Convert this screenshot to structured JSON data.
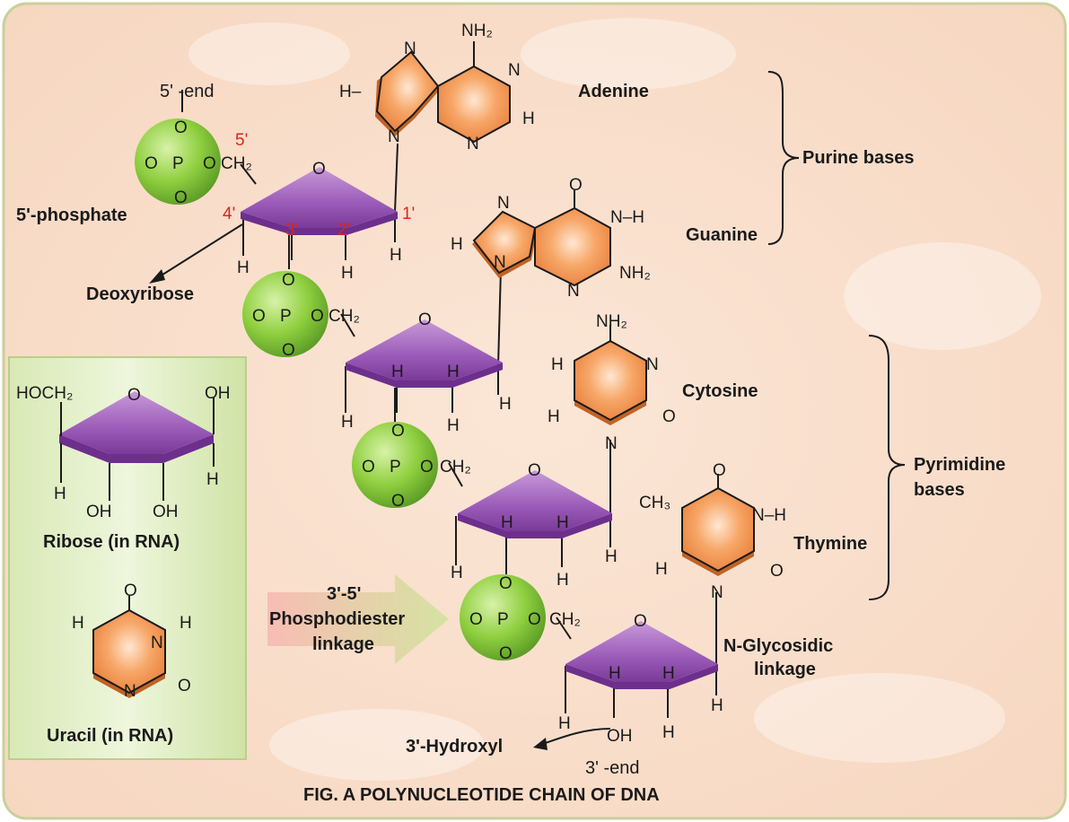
{
  "caption": "FIG. A POLYNUCLEOTIDE CHAIN OF DNA",
  "labels": {
    "five_prime_end": "5' -end",
    "three_prime_end": "3' -end",
    "five_prime_phosphate": "5'-phosphate",
    "deoxyribose": "Deoxyribose",
    "adenine": "Adenine",
    "guanine": "Guanine",
    "cytosine": "Cytosine",
    "thymine": "Thymine",
    "purine_bases": "Purine bases",
    "pyrimidine_line1": "Pyrimidine",
    "pyrimidine_line2": "bases",
    "phospho_line1": "3'-5'",
    "phospho_line2": "Phosphodiester",
    "phospho_line3": "linkage",
    "glyco_line1": "N-Glycosidic",
    "glyco_line2": "linkage",
    "hydroxyl": "3'-Hydroxyl",
    "ribose_rna": "Ribose (in RNA)",
    "uracil_rna": "Uracil (in RNA)"
  },
  "carbons": {
    "c1": "1'",
    "c2": "2'",
    "c3": "3'",
    "c4": "4'",
    "c5": "5'"
  },
  "atoms": {
    "H": "H",
    "N": "N",
    "O": "O",
    "P": "P",
    "NH": "N–H",
    "NH2": "NH₂",
    "CH2": "CH₂",
    "CH3": "CH₃",
    "OH": "OH",
    "HOCH2": "HOCH₂",
    "Hdash": "H–"
  },
  "colors": {
    "phosphate": "#8fcf3f",
    "sugar": "#8a4aa6",
    "base": "#f39150",
    "accent_red": "#d9261c",
    "rna_panel": "#cfe3a6"
  }
}
